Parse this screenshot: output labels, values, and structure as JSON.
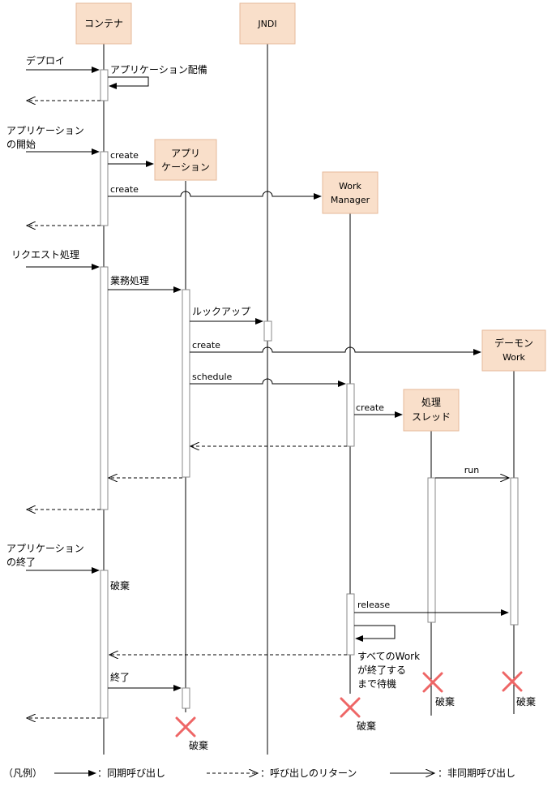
{
  "objects": {
    "container": "コンテナ",
    "jndi": "JNDI",
    "application_1": "アプリ",
    "application_2": "ケーション",
    "workmanager_1": "Work",
    "workmanager_2": "Manager",
    "daemon_1": "デーモン",
    "daemon_2": "Work",
    "thread_1": "処理",
    "thread_2": "スレッド"
  },
  "messages": {
    "deploy": "デプロイ",
    "app_deploy": "アプリケーション配備",
    "app_start_1": "アプリケーション",
    "app_start_2": "の開始",
    "create_app": "create",
    "create_wm": "create",
    "request": "リクエスト処理",
    "business": "業務処理",
    "lookup": "ルックアップ",
    "create_daemon": "create",
    "schedule": "schedule",
    "create_thread": "create",
    "run": "run",
    "app_end_1": "アプリケーション",
    "app_end_2": "の終了",
    "destroy_container": "破棄",
    "release": "release",
    "wait_1": "すべてのWork",
    "wait_2": "が終了する",
    "wait_3": "まで待機",
    "end": "終了",
    "destroy_thread": "破棄",
    "destroy_daemon": "破棄",
    "destroy_wm": "破棄",
    "destroy_app": "破棄"
  },
  "legend": {
    "title": "（凡例）",
    "sync": "：同期呼び出し",
    "ret": "：呼び出しのリターン",
    "async": "：非同期呼び出し"
  }
}
